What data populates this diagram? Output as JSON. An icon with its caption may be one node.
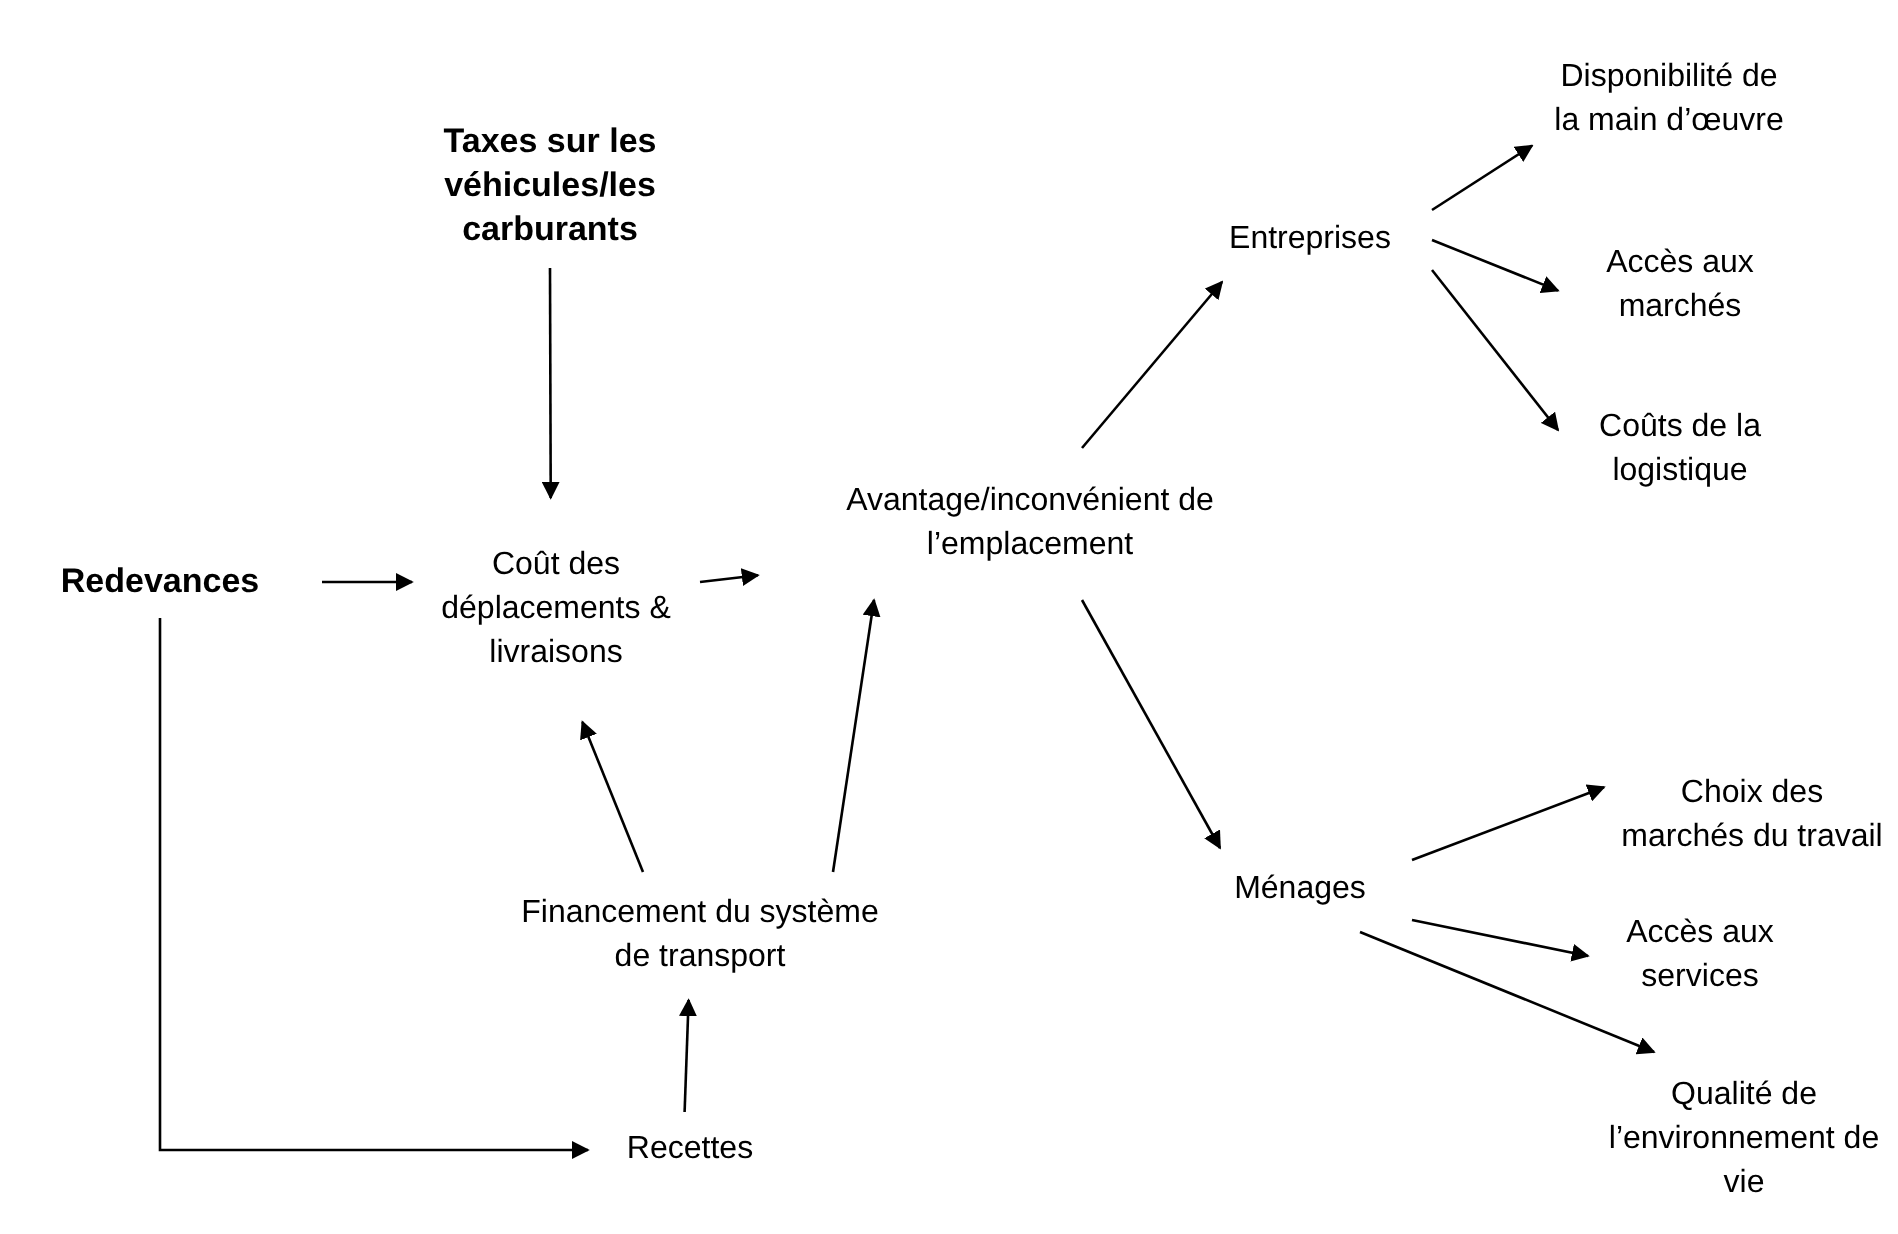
{
  "diagram": {
    "nodes": [
      {
        "text": [
          "Taxes sur les véhicules/les carburants"
        ]
      },
      {
        "text": [
          "Redevances"
        ]
      },
      {
        "text": [
          "Coût des déplacements & livraisons"
        ]
      },
      {
        "text": [
          "Avantage/inconvénient de l’emplacement"
        ]
      },
      {
        "text": [
          "Entreprises"
        ]
      },
      {
        "text": [
          "Disponibilité de la main d’œuvre"
        ]
      },
      {
        "text": [
          "Accès aux marchés"
        ]
      },
      {
        "text": [
          "Coûts de la logistique"
        ]
      },
      {
        "text": [
          "Ménages"
        ]
      },
      {
        "text": [
          "Choix des marchés du travail"
        ]
      },
      {
        "text": [
          "Accès aux services"
        ]
      },
      {
        "text": [
          "Qualité de l’environnement de vie"
        ]
      },
      {
        "text": [
          "Financement du système de transport"
        ]
      },
      {
        "text": [
          "Recettes"
        ]
      }
    ],
    "edges": [
      {
        "from": 0,
        "to": 2,
        "arrow": "to"
      },
      {
        "from": 1,
        "to": 2,
        "arrow": "to"
      },
      {
        "from": 2,
        "to": 3,
        "arrow": "to"
      },
      {
        "from": 3,
        "to": 4,
        "arrow": "to"
      },
      {
        "from": 4,
        "to": 5,
        "arrow": "to"
      },
      {
        "from": 4,
        "to": 6,
        "arrow": "to"
      },
      {
        "from": 4,
        "to": 7,
        "arrow": "to"
      },
      {
        "from": 3,
        "to": 8,
        "arrow": "to"
      },
      {
        "from": 8,
        "to": 9,
        "arrow": "to"
      },
      {
        "from": 8,
        "to": 10,
        "arrow": "to"
      },
      {
        "from": 8,
        "to": 11,
        "arrow": "to"
      },
      {
        "from": 12,
        "to": 2,
        "arrow": "to"
      },
      {
        "from": 12,
        "to": 3,
        "arrow": "to"
      },
      {
        "from": 13,
        "to": 12,
        "arrow": "to"
      },
      {
        "from": 1,
        "to": 13,
        "arrow": "to"
      }
    ]
  }
}
